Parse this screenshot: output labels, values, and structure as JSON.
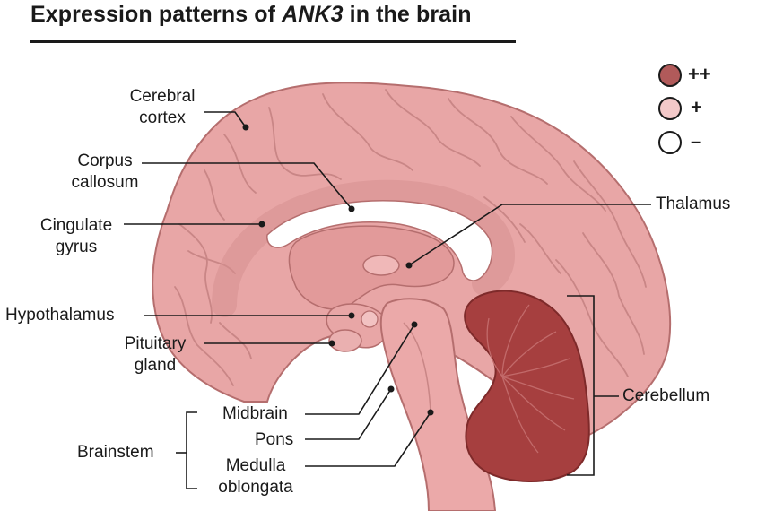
{
  "title": {
    "prefix": "Expression patterns of ",
    "gene": "ANK3",
    "suffix": " in the brain"
  },
  "legend": [
    {
      "symbol": "++",
      "color": "#b15a5a"
    },
    {
      "symbol": "+",
      "color": "#f3c9c9"
    },
    {
      "symbol": "–",
      "color": "#ffffff"
    }
  ],
  "labels": {
    "cerebral_cortex": [
      "Cerebral",
      "cortex"
    ],
    "corpus_callosum": [
      "Corpus",
      "callosum"
    ],
    "cingulate_gyrus": [
      "Cingulate",
      "gyrus"
    ],
    "hypothalamus": "Hypothalamus",
    "pituitary_gland": [
      "Pituitary",
      "gland"
    ],
    "thalamus": "Thalamus",
    "cerebellum": "Cerebellum",
    "midbrain": "Midbrain",
    "pons": "Pons",
    "medulla_oblongata": [
      "Medulla",
      "oblongata"
    ],
    "brainstem": "Brainstem"
  },
  "colors": {
    "brain": "#e7a3a3",
    "brain_dark": "#c97b7b",
    "cerebellum": "#a63f3f",
    "white_matter": "#ffffff"
  }
}
